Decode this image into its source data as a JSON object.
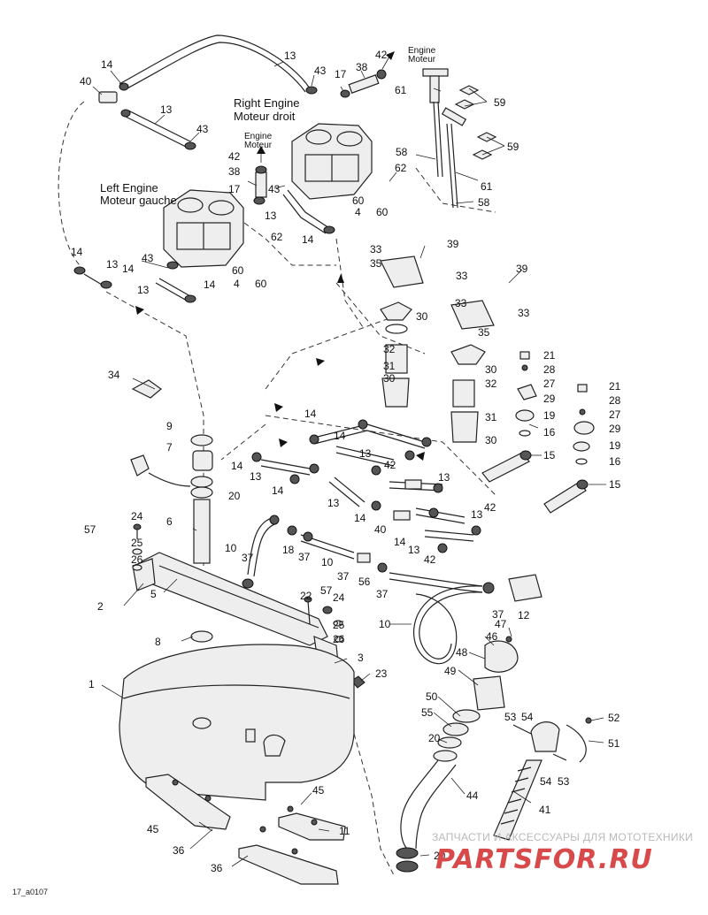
{
  "diagram": {
    "drawing_id": "17_a0107",
    "engine_labels": {
      "right_en": "Right Engine",
      "right_fr": "Moteur droit",
      "left_en": "Left Engine",
      "left_fr": "Moteur gauche",
      "arrow_en": "Engine",
      "arrow_fr": "Moteur"
    },
    "callouts": [
      "1",
      "2",
      "3",
      "4",
      "5",
      "6",
      "7",
      "8",
      "9",
      "10",
      "11",
      "12",
      "13",
      "14",
      "15",
      "16",
      "17",
      "18",
      "19",
      "20",
      "21",
      "22",
      "23",
      "24",
      "25",
      "26",
      "27",
      "28",
      "29",
      "30",
      "31",
      "32",
      "33",
      "34",
      "35",
      "36",
      "37",
      "38",
      "39",
      "40",
      "41",
      "42",
      "43",
      "44",
      "45",
      "46",
      "47",
      "48",
      "49",
      "50",
      "51",
      "52",
      "53",
      "54",
      "55",
      "56",
      "57",
      "58",
      "59",
      "60",
      "61",
      "62"
    ],
    "watermark_text": "ЗАПЧАСТИ И АКСЕССУАРЫ ДЛЯ МОТОТЕХНИКИ",
    "watermark_logo": "PARTSFOR.RU"
  }
}
